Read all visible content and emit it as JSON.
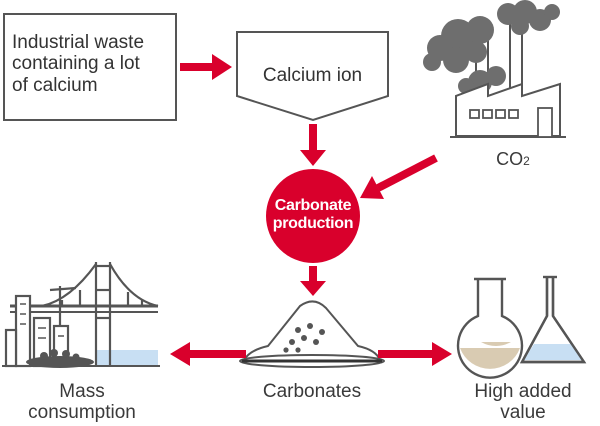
{
  "nodes": {
    "industrial_waste": "Industrial waste containing a lot of calcium",
    "industrial_waste_lines": [
      "Industrial waste",
      "containing a lot",
      "of calcium"
    ],
    "calcium_ion": "Calcium ion",
    "co2_main": "CO",
    "co2_sub": "2",
    "carbonate_production_lines": [
      "Carbonate",
      "production"
    ],
    "carbonates": "Carbonates",
    "mass_consumption_lines": [
      "Mass",
      "consumption"
    ],
    "high_added_value_lines": [
      "High added",
      "value"
    ]
  },
  "colors": {
    "accent": "#d9002c",
    "outline": "#555555",
    "smoke": "#6e6e6e",
    "liquid_beige": "#d9cbb2",
    "liquid_blue": "#c8dff3"
  },
  "icons": [
    "factory-icon",
    "bridge-icon",
    "flask-icon",
    "powder-pile-icon"
  ]
}
